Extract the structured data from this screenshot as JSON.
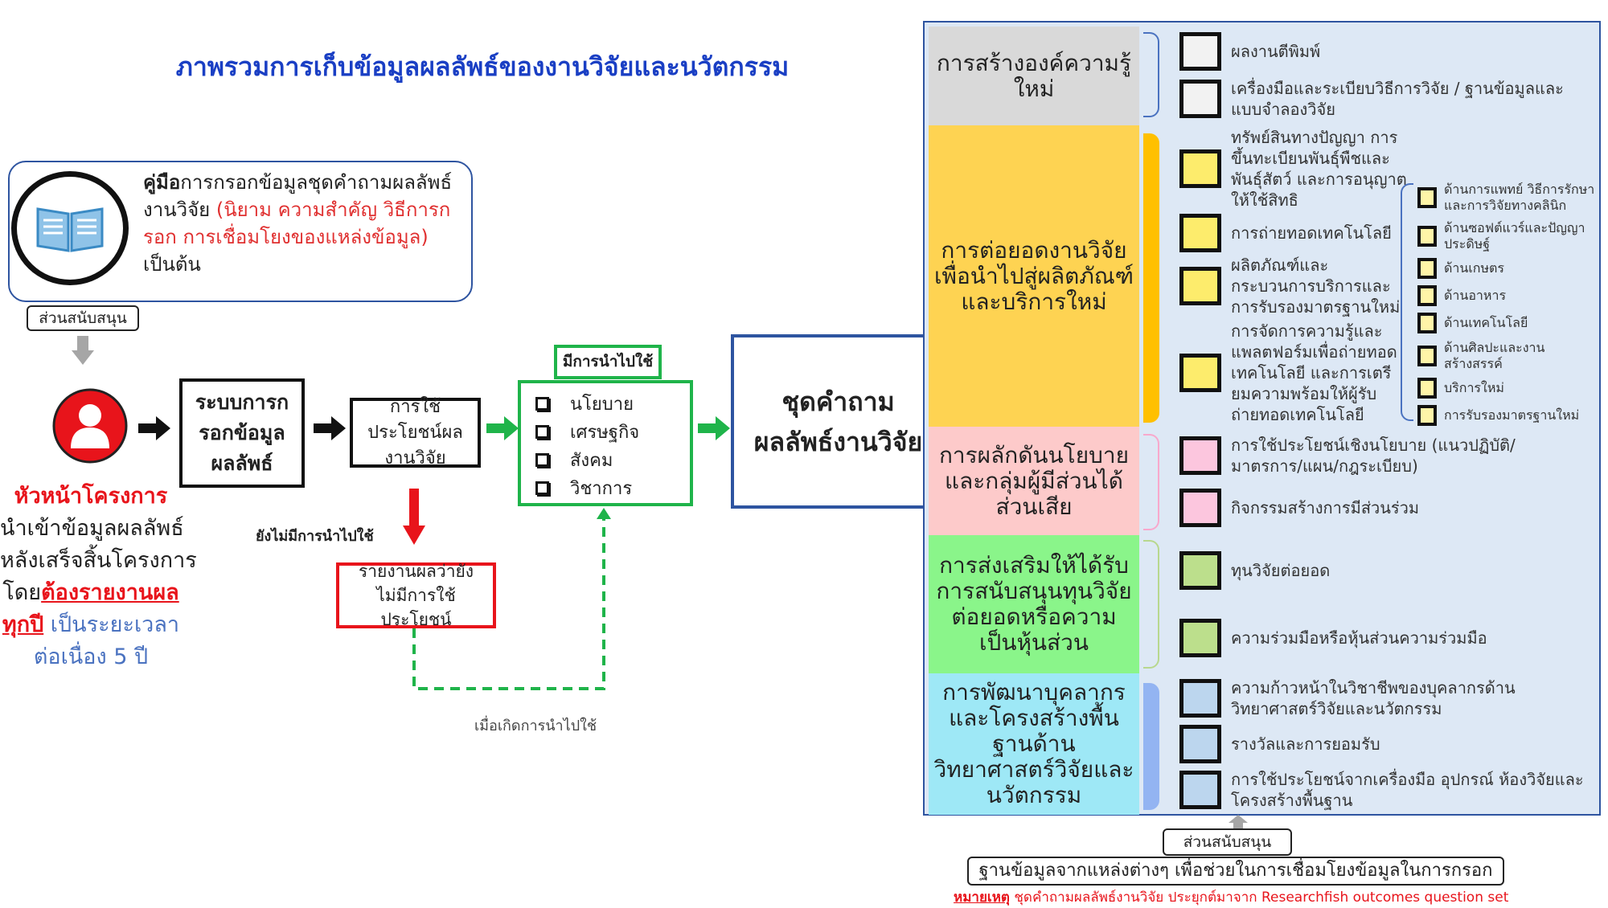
{
  "title": "ภาพรวมการเก็บข้อมูลผลลัพธ์ของงานวิจัยและนวัตกรรม",
  "manual": {
    "bold": "คู่มือ",
    "text1": "การกรอกข้อมูลชุดคำถามผลลัพธ์",
    "text2": "งานวิจัย ",
    "red": "(นิยาม ความสำคัญ วิธีการกรอก การเชื่อมโยงของแหล่งข้อมูล)",
    "tail": " เป็นต้น",
    "tag": "ส่วนสนับสนุน"
  },
  "left": {
    "head": "หัวหน้าโครงการ",
    "l1": "นำเข้าข้อมูลผลลัพธ์",
    "l2": "หลังเสร็จสิ้นโครงการ",
    "l3a": "โดย",
    "l3b": "ต้องรายงานผล",
    "l4a": "ทุกปี",
    "l4b": " เป็นระยะเวลา",
    "l5": "ต่อเนื่อง 5 ปี"
  },
  "flow": {
    "system": "ระบบการกรอกข้อมูลผลลัพธ์",
    "use": "การใช้ประโยชน์ผลงานวิจัย",
    "used_tag": "มีการนำไปใช้",
    "used_items": [
      "นโยบาย",
      "เศรษฐกิจ",
      "สังคม",
      "วิชาการ"
    ],
    "not_used": "ยังไม่มีการนำไปใช้",
    "report": "รายงานผลว่ายังไม่มีการใช้ประโยชน์",
    "when_used": "เมื่อเกิดการนำไปใช้",
    "questionnaire": "ชุดคำถามผลลัพธ์งานวิจัย"
  },
  "categories": [
    {
      "label": "การสร้างองค์ความรู้ใหม่",
      "color": "#d9d9d9",
      "items": [
        "ผลงานตีพิมพ์",
        "เครื่องมือและระเบียบวิธีการวิจัย / ฐานข้อมูลและแบบจำลองวิจัย"
      ],
      "box": "#f2f2f2",
      "brace": "#4a72c0"
    },
    {
      "label": "การต่อยอดงานวิจัยเพื่อนำไปสู่ผลิตภัณฑ์และบริการใหม่",
      "color": "#fed352",
      "items": [
        "ทรัพย์สินทางปัญญา การขึ้นทะเบียนพันธุ์พืชและพันธุ์สัตว์ และการอนุญาตให้ใช้สิทธิ",
        "การถ่ายทอดเทคโนโลยี",
        "ผลิตภัณฑ์และกระบวนการบริการและการรับรองมาตรฐานใหม่",
        "การจัดการความรู้และแพลตฟอร์มเพื่อถ่ายทอดเทคโนโลยี และการเตรียมความพร้อมให้ผู้รับถ่ายทอดเทคโนโลยี"
      ],
      "box": "#fdec6c",
      "brace": "#ffc000"
    },
    {
      "label": "การผลักดันนโยบายและกลุ่มผู้มีส่วนได้ส่วนเสีย",
      "color": "#fdcaca",
      "items": [
        "การใช้ประโยชน์เชิงนโยบาย (แนวปฏิบัติ/มาตรการ/แผน/กฎระเบียบ)",
        "กิจกรรมสร้างการมีส่วนร่วม"
      ],
      "box": "#fcc6de",
      "brace": "#f8a8cc"
    },
    {
      "label": "การส่งเสริมให้ได้รับการสนับสนุนทุนวิจัยต่อยอดหรือความเป็นหุ้นส่วน",
      "color": "#8af58a",
      "items": [
        "ทุนวิจัยต่อยอด",
        "ความร่วมมือหรือหุ้นส่วนความร่วมมือ"
      ],
      "box": "#bcdf8c",
      "brace": "#b8d88e"
    },
    {
      "label": "การพัฒนาบุคลากรและโครงสร้างพื้นฐานด้านวิทยาศาสตร์วิจัยและนวัตกรรม",
      "color": "#9ee8f6",
      "items": [
        "ความก้าวหน้าในวิชาชีพของบุคลากรด้านวิทยาศาสตร์วิจัยและนวัตกรรม",
        "รางวัลและการยอมรับ",
        "การใช้ประโยชน์จากเครื่องมือ อุปกรณ์ ห้องวิจัยและโครงสร้างพื้นฐาน"
      ],
      "box": "#bcd6ee",
      "brace": "#93b4f2"
    }
  ],
  "sub_items": [
    "ด้านการแพทย์ วิธีการรักษาและการวิจัยทางคลินิก",
    "ด้านซอฟต์แวร์และปัญญาประดิษฐ์",
    "ด้านเกษตร",
    "ด้านอาหาร",
    "ด้านเทคโนโลยี",
    "ด้านศิลปะและงานสร้างสรรค์",
    "บริการใหม่",
    "การรับรองมาตรฐานใหม่"
  ],
  "bottom": {
    "support": "ส่วนสนับสนุน",
    "database": "ฐานข้อมูลจากแหล่งต่างๆ เพื่อช่วยในการเชื่อมโยงข้อมูลในการกรอก",
    "note_label": "หมายเหตุ",
    "note": " ชุดคำถามผลลัพธ์งานวิจัย ประยุกต์มาจาก Researchfish outcomes question set"
  }
}
